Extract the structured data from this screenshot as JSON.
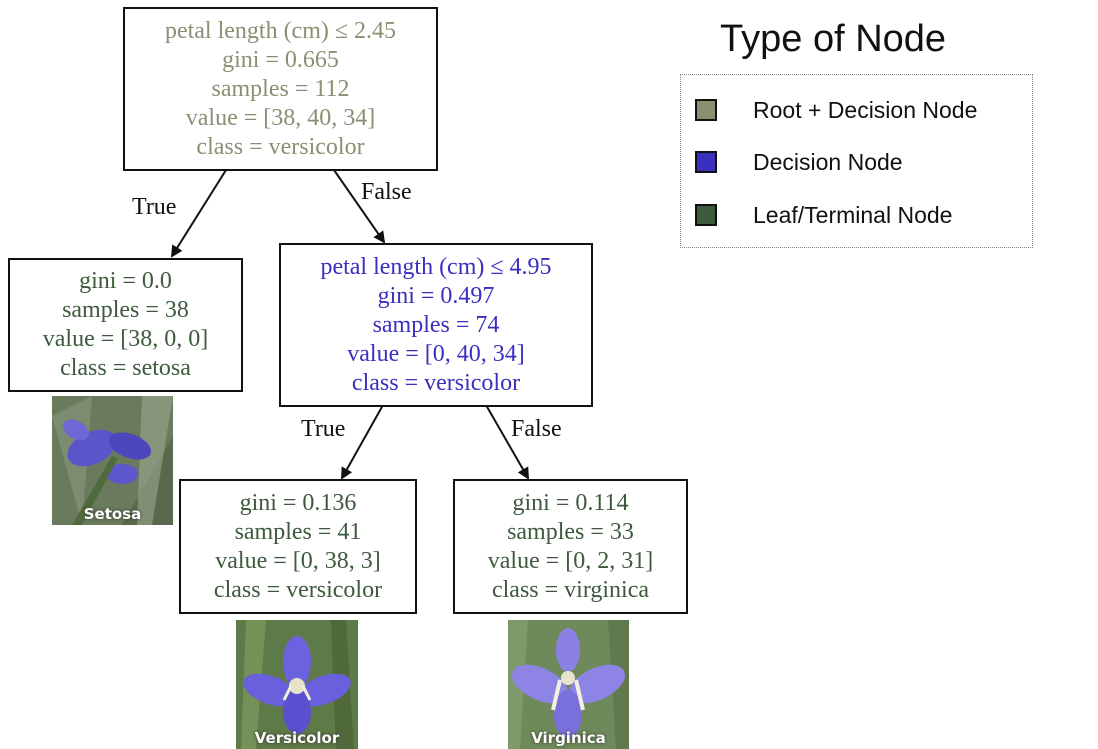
{
  "colors": {
    "root": "#8b8f72",
    "decision": "#3a2fbf",
    "leaf": "#3d5a3c"
  },
  "tree": {
    "root": {
      "lines": [
        "petal length (cm) ≤ 2.45",
        "gini = 0.665",
        "samples = 112",
        "value = [38, 40, 34]",
        "class = versicolor"
      ]
    },
    "left_leaf": {
      "lines": [
        "gini = 0.0",
        "samples = 38",
        "value = [38, 0, 0]",
        "class = setosa"
      ]
    },
    "decision": {
      "lines": [
        "petal length (cm) ≤ 4.95",
        "gini = 0.497",
        "samples = 74",
        "value = [0, 40, 34]",
        "class = versicolor"
      ]
    },
    "versicolor_leaf": {
      "lines": [
        "gini = 0.136",
        "samples = 41",
        "value = [0, 38, 3]",
        "class = versicolor"
      ]
    },
    "virginica_leaf": {
      "lines": [
        "gini = 0.114",
        "samples = 33",
        "value = [0, 2, 31]",
        "class = virginica"
      ]
    }
  },
  "edges": {
    "root_true": "True",
    "root_false": "False",
    "decision_true": "True",
    "decision_false": "False"
  },
  "flowers": {
    "setosa": "Setosa",
    "versicolor": "Versicolor",
    "virginica": "Virginica"
  },
  "legend": {
    "title": "Type of Node",
    "items": [
      {
        "label": "Root + Decision Node",
        "color": "#8b8f72"
      },
      {
        "label": "Decision Node",
        "color": "#3a2fbf"
      },
      {
        "label": "Leaf/Terminal Node",
        "color": "#3d5a3c"
      }
    ]
  }
}
